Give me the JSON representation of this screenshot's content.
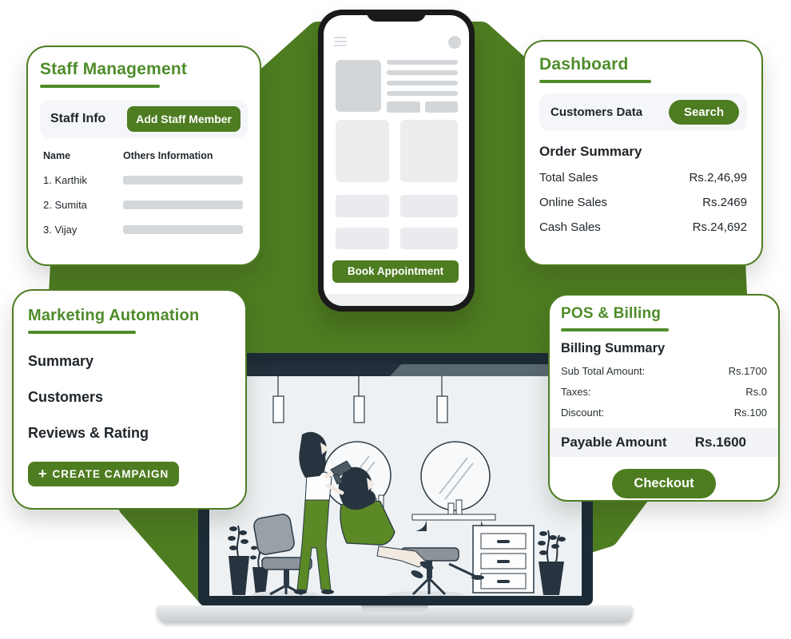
{
  "brand": {
    "green": "#4e7c21",
    "title_green": "#4e8c2a",
    "dark_text": "#20262b",
    "illustration_navy": "#2a3945"
  },
  "staff_management": {
    "title": "Staff Management",
    "section_label": "Staff Info",
    "add_button": "Add Staff Member",
    "col_name": "Name",
    "col_info": "Others Information",
    "rows": [
      "1. Karthik",
      "2. Sumita",
      "3. Vijay"
    ]
  },
  "phone": {
    "book_button": "Book Appointment"
  },
  "dashboard": {
    "title": "Dashboard",
    "panel_label": "Customers Data",
    "search_button": "Search",
    "summary_title": "Order Summary",
    "rows": [
      {
        "label": "Total Sales",
        "value": "Rs.2,46,99"
      },
      {
        "label": "Online Sales",
        "value": "Rs.2469"
      },
      {
        "label": "Cash Sales",
        "value": "Rs.24,692"
      }
    ]
  },
  "marketing": {
    "title": "Marketing Automation",
    "items": [
      "Summary",
      "Customers",
      "Reviews & Rating"
    ],
    "plus": "+",
    "campaign_button": "CREATE CAMPAIGN"
  },
  "pos": {
    "title": "POS & Billing",
    "summary_title": "Billing Summary",
    "rows": [
      {
        "label": "Sub Total Amount:",
        "value": "Rs.1700"
      },
      {
        "label": "Taxes:",
        "value": "Rs.0"
      },
      {
        "label": "Discount:",
        "value": "Rs.100"
      }
    ],
    "payable_label": "Payable Amount",
    "payable_value": "Rs.1600",
    "checkout_button": "Checkout"
  }
}
